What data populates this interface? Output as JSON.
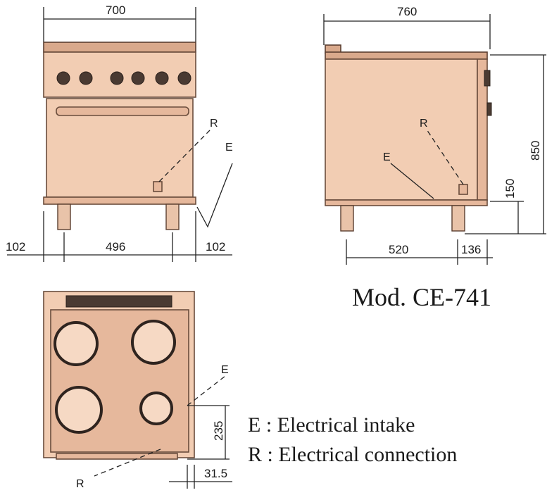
{
  "model": "Mod. CE-741",
  "dimensions": {
    "front_width": "700",
    "side_depth": "760",
    "height": "850",
    "foot_height": "150",
    "left_offset": "102",
    "foot_span": "496",
    "right_offset": "102",
    "side_foot_span": "520",
    "side_rear": "136",
    "top_intake_y": "235",
    "top_intake_x": "31.5"
  },
  "markers": {
    "E": "E",
    "R": "R"
  },
  "legend": {
    "e_line": "E : Electrical intake",
    "r_line": "R : Electrical connection"
  },
  "colors": {
    "body": "#f2cdb3",
    "outline": "#6a4c3c",
    "knobs": "#4a3a32"
  }
}
